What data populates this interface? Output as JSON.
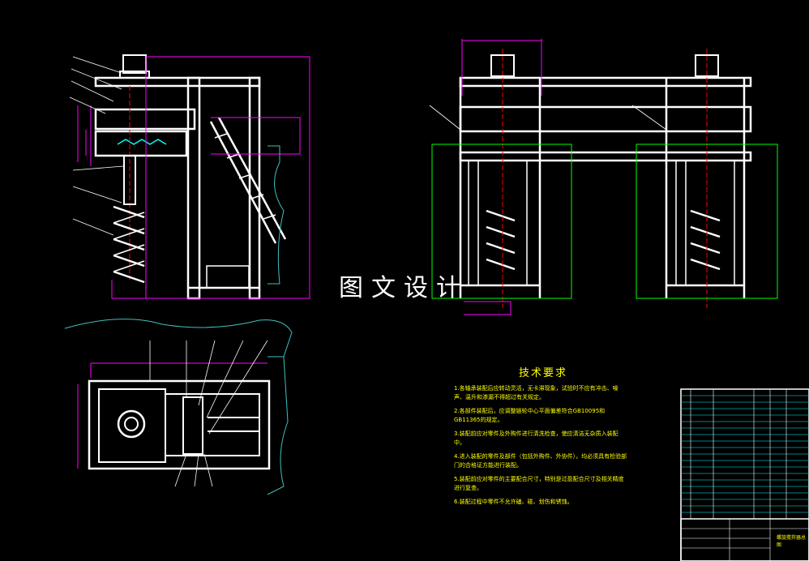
{
  "watermark": "图文设计",
  "tech_requirements": {
    "title": "技术要求",
    "items": [
      "1.各轴承装配后应转动灵活，无卡滞现象，试验时不应有冲击、噪声、温升和渗漏不得超过有关规定。",
      "2.各部件装配后，应调整链轮中心平面偏差符合GB10095和GB11365的规定。",
      "3.装配前应对零件及外购件进行清洗检查，使应清洁无杂质入装配中。",
      "4.进入装配的零件及部件（包括外购件、外协件），均必须具有检验部门的合格证方能进行装配。",
      "5.装配前应对零件的主要配合尺寸，特别是过盈配合尺寸及相关精度进行复查。",
      "6.装配过程中零件不允许磕、碰、划伤和锈蚀。"
    ]
  },
  "title_block": {
    "name": "螺旋搅拌器总图"
  },
  "colors": {
    "background": "#000000",
    "outline": "#ffffff",
    "dimension": "#ff00ff",
    "text": "#ffff00",
    "center": "#ff0000",
    "border": "#00ff00",
    "cyan": "#00ffff",
    "contour": "#40c0c0"
  }
}
